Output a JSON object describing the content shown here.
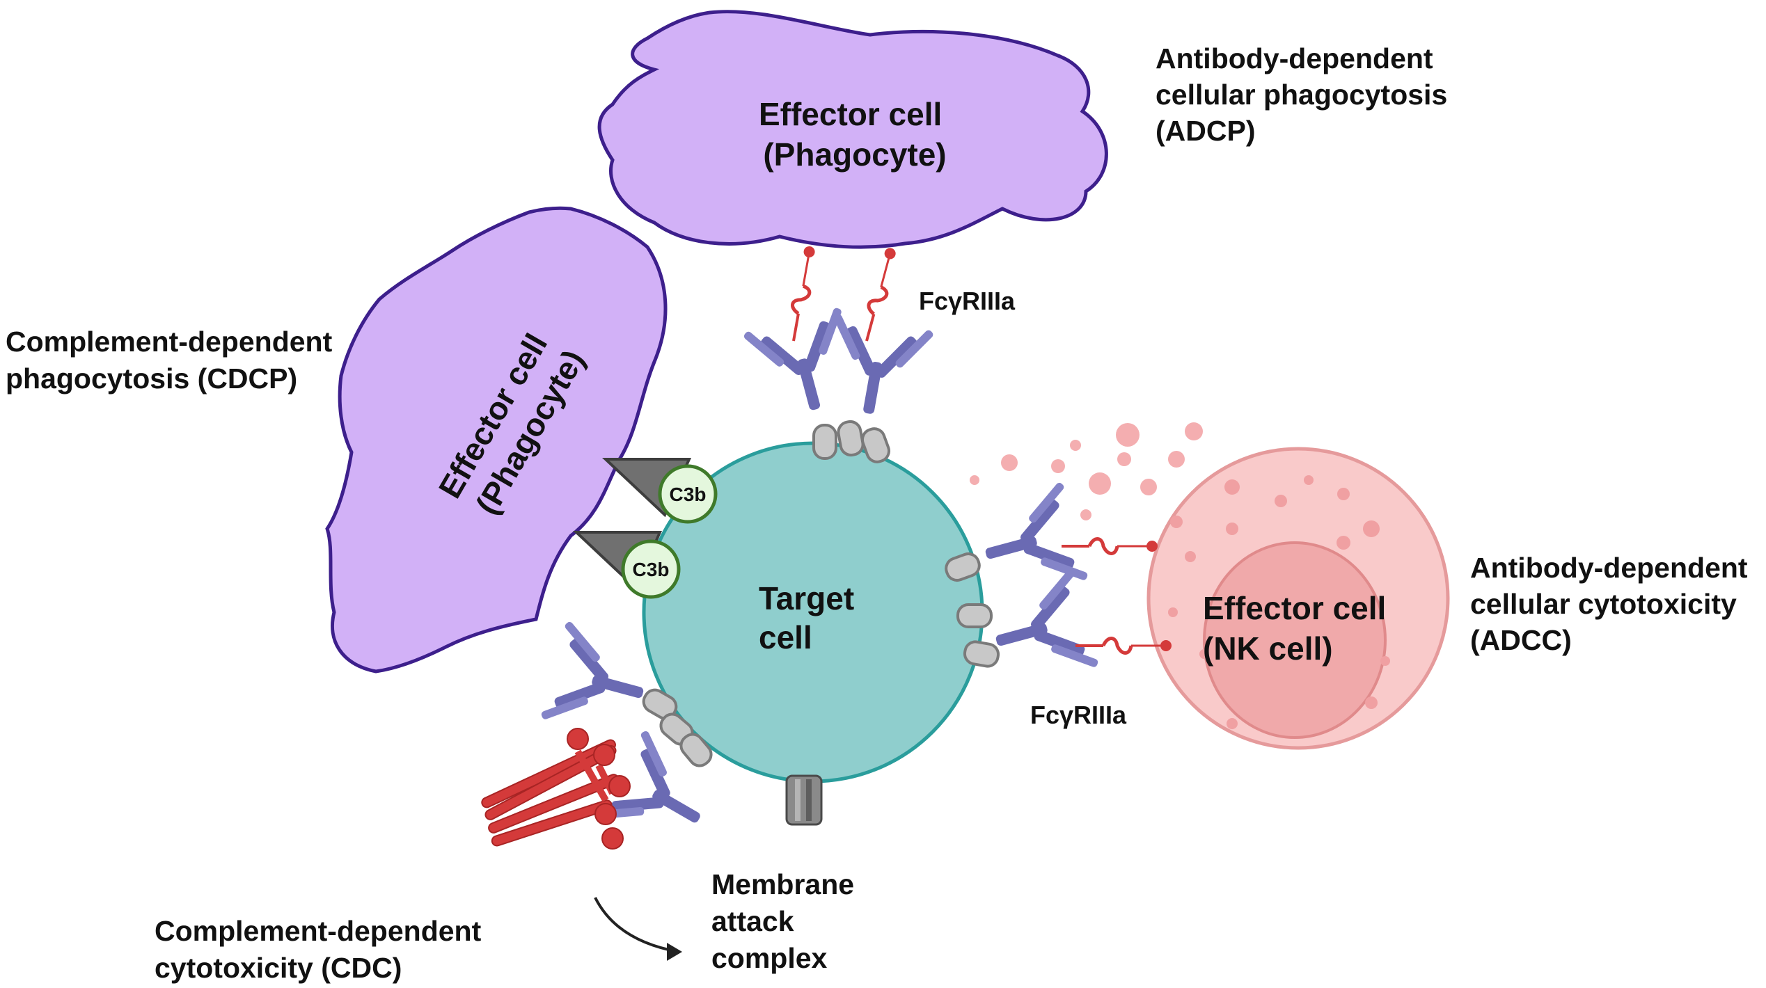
{
  "mechanisms": {
    "adcp": {
      "line1": "Antibody-dependent",
      "line2": "cellular phagocytosis",
      "line3": "(ADCP)"
    },
    "cdcp": {
      "line1": "Complement-dependent",
      "line2": "phagocytosis (CDCP)"
    },
    "adcc": {
      "line1": "Antibody-dependent",
      "line2": "cellular cytotoxicity",
      "line3": "(ADCC)"
    },
    "cdc": {
      "line1": "Complement-dependent",
      "line2": "cytotoxicity (CDC)"
    }
  },
  "cells": {
    "phagocyte_top": {
      "line1": "Effector cell",
      "line2": "(Phagocyte)"
    },
    "phagocyte_left": {
      "line1": "Effector cell",
      "line2": "(Phagocyte)"
    },
    "nk": {
      "line1": "Effector cell",
      "line2": "(NK cell)"
    },
    "target": {
      "line1": "Target",
      "line2": "cell"
    }
  },
  "receptors": {
    "top": "FcγRIIIa",
    "right": "FcγRIIIa"
  },
  "complement": {
    "c3b_1": "C3b",
    "c3b_2": "C3b"
  },
  "mac": {
    "line1": "Membrane",
    "line2": "attack",
    "line3": "complex"
  },
  "colors": {
    "phagocyte_fill": "#d2b1f7",
    "phagocyte_stroke": "#3d1f8c",
    "target_fill": "#8fcecd",
    "target_stroke": "#2a9d9c",
    "nk_fill": "#f9caca",
    "nk_nucleus": "#f0a9aa",
    "antibody": "#6a6ab3",
    "receptor": "#d43a3a",
    "c3b_fill": "#e4f7dd",
    "c3b_stroke": "#3f7a2a"
  }
}
